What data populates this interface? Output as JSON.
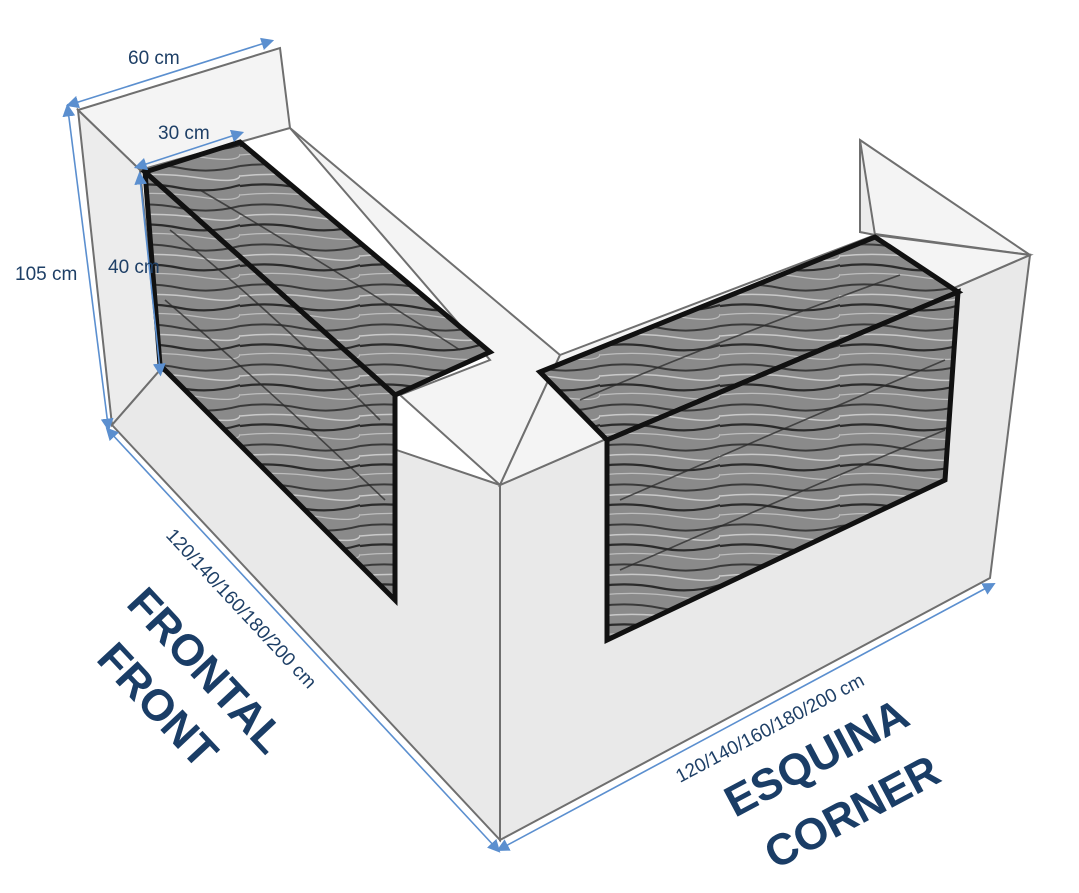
{
  "labels": {
    "depth_outer": "60 cm",
    "depth_shelf": "30 cm",
    "height_total": "105 cm",
    "height_shelf": "40 cm",
    "front_length": "120/140/160/180/200 cm",
    "corner_length": "120/140/160/180/200 cm",
    "front_es": "FRONTAL",
    "front_en": "FRONT",
    "corner_es": "ESQUINA",
    "corner_en": "CORNER"
  },
  "colors": {
    "text": "#1e3f66",
    "dimension_lines": "#5b8fcf",
    "outline": "#111111"
  }
}
